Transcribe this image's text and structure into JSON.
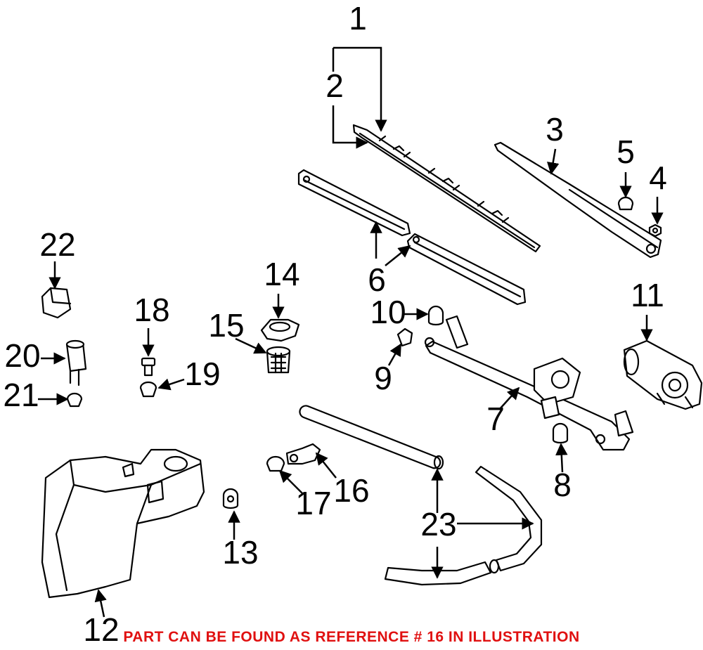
{
  "diagram": {
    "caption": "PART CAN BE FOUND AS REFERENCE # 16 IN ILLUSTRATION",
    "caption_color": "#e01010",
    "callouts": {
      "c1": "1",
      "c2": "2",
      "c3": "3",
      "c4": "4",
      "c5": "5",
      "c6": "6",
      "c7": "7",
      "c8": "8",
      "c9": "9",
      "c10": "10",
      "c11": "11",
      "c12": "12",
      "c13": "13",
      "c14": "14",
      "c15": "15",
      "c16": "16",
      "c17": "17",
      "c18": "18",
      "c19": "19",
      "c20": "20",
      "c21": "21",
      "c22": "22",
      "c23": "23"
    }
  }
}
